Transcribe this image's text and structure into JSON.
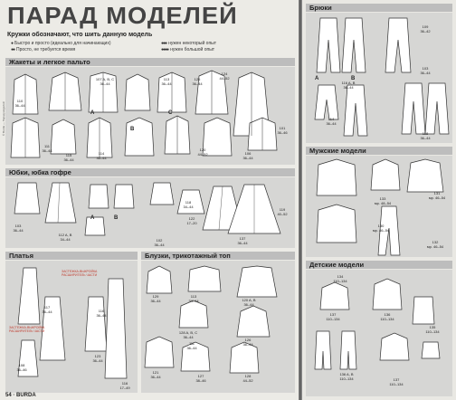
{
  "page_title": "ПАРАД МОДЕЛЕЙ",
  "legend": {
    "title": "Кружки обозначают, что шить данную модель",
    "items": [
      "Быстро и просто (идеально для начинающих)",
      "Просто, не требуется время",
      "нужен некоторый опыт",
      "нужен большой опыт"
    ]
  },
  "sections": {
    "jackets": "Жакеты и легкое пальто",
    "skirts": "Юбки, юбка гофре",
    "dresses": "Платья",
    "blouses": "Блузки, трикотажный топ",
    "trousers": "Брюки",
    "mens": "Мужские модели",
    "kids": "Детские модели"
  },
  "jackets_labels": [
    "110\n36–44",
    "107 A, B, C\n36–44",
    "113\n36–44",
    "125\n36–44",
    "124\n44–52",
    "111\n36–44",
    "114\n36–44",
    "109\n36–44",
    "115\n36–44",
    "108\n44–52",
    "120\n44–52",
    "106\n36–44",
    "101\n36–46"
  ],
  "skirts_labels": [
    "103\n36–44",
    "112 A, B\n34–44",
    "118\n34–44",
    "102\n36–44",
    "122\n17–20",
    "104\n40–52",
    "137\n36–44",
    "119\n40–52",
    "105\n36–44"
  ],
  "dresses_labels": [
    "117\n36–44",
    "116\n36–44",
    "108\n36–46",
    "123\n36–44",
    "116\n17–49"
  ],
  "blouses_labels": [
    "129\n36–44",
    "113\n34–44",
    "120 A, B\n36–44",
    "128 A, B, C\n36–44",
    "121\n36–44",
    "111\n36–44",
    "126\n36–44",
    "127\n38–46",
    "122\n44–52",
    "128\n44–52"
  ],
  "trousers_labels": [
    "116 A, B\n36–44",
    "109\n36–42",
    "103\n36–44",
    "114\n36–44",
    "118\n36–44"
  ],
  "mens_labels": [
    "133\nмр. 48–54",
    "131\nмр. 46–54",
    "130\nмр. 46–54",
    "132\nмр. 46–54"
  ],
  "kids_labels": [
    "134\n110–134",
    "136\n110–134",
    "135\n110–134",
    "137\n110–134",
    "136 A, B\n110–134",
    "137\n110–134"
  ],
  "notes": [
    "ЗАСТЕЖКА-ВЫКРОЙКА РАСШИРИТЕЛЬ ЧАСТИ",
    "ЗАСТЕЖКА-ВЫКРОЙКА РАСШИРИТЕЛЬ ЧАСТИ"
  ],
  "letters": [
    "A",
    "B",
    "C",
    "A",
    "B",
    "C",
    "A",
    "B"
  ],
  "page_number": "54 · BURDA"
}
